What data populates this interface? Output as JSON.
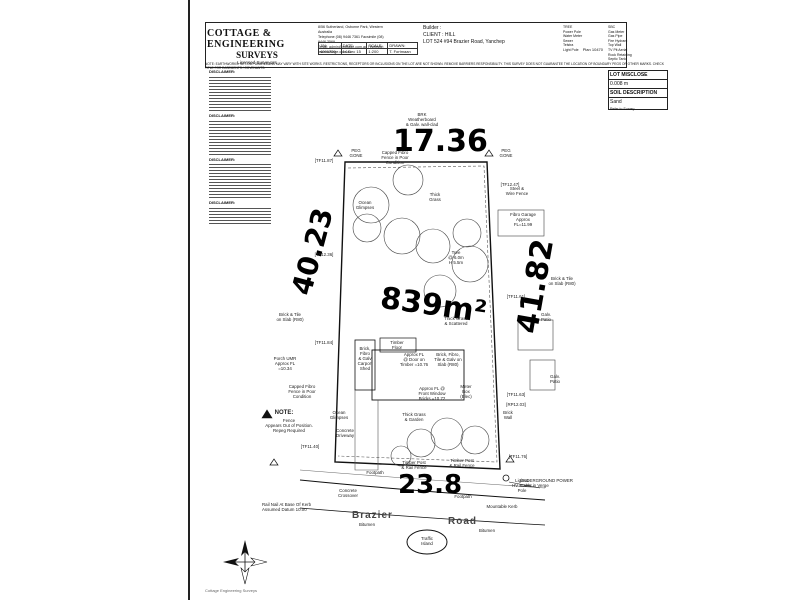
{
  "logo": {
    "line1": "COTTAGE & ENGINEERING",
    "line2": "SURVEYS",
    "tagline": "Licensed Surveyors"
  },
  "contact": [
    "8/56 Sutherland, Osborne Park, Western Australia",
    "Telephone (08) 9446 7361   Facsimile (08) 9446 3569",
    "Email: admin@cottage.com.au | Website: www.cottage.com.au"
  ],
  "job": {
    "headers": [
      "J/N:",
      "DATE:",
      "SCALE:",
      "DRAWN:"
    ],
    "values": [
      "4096729",
      "14 Dec 15",
      "1:200",
      "T. Fortmaan"
    ]
  },
  "builder": {
    "builder": "Builder :",
    "client": "CLIENT : HILL",
    "lot": "LOT 524   #94 Brazier Road, Yanchep",
    "plan": "Plan 10470"
  },
  "legend": [
    "TREE",
    "Power Pole",
    "Water Meter",
    "Sewer",
    "Telstra",
    "Light Pole"
  ],
  "legend2": [
    "SBC",
    "Gas Meter",
    "Gas Pipe",
    "Fire Hydrant",
    "Top Wall",
    "TV Pit Aerial",
    "Rock Retaining",
    "Septic Tank"
  ],
  "notebar": "NOTE: EARTHWORKS: SET-OUT DIMENSIONS MAY VARY WITH SITE WORKS. RESTRICTIONS, RECEPTORS OR INCLUSIONS ON THE LOT ARE NOT SHOWN. REMOVE BARRIERS RESPONSIBILITY. THIS SURVEY DOES NOT GUARANTEE THE LOCATION OF BOUNDARY PEGS OR OTHER MARKS. CHECK TITLE FOR EASEMENTS / COVENANTS.",
  "misclose": {
    "title": "LOT MISCLOSE",
    "value": "0.008 m",
    "soil_title": "SOIL DESCRIPTION",
    "soil_value": "Sand",
    "soil_note": "Refer to Survey"
  },
  "disclaimers": [
    {
      "title": "DISCLAIMER:"
    },
    {
      "title": "DISCLAIMER:"
    },
    {
      "title": "DISCLAIMER:"
    },
    {
      "title": "DISCLAIMER:"
    }
  ],
  "handwriting": {
    "top": "17.36",
    "area": "839m²",
    "left": "40.23",
    "right": "41.82",
    "bottom": "23.8"
  },
  "labels": {
    "brick_top": "BRK\nWeatherboard\n& Galv. wall-clad",
    "capped_fibro_1": "Capped Fibro\nFence in Poor\nCondition",
    "peg_gone_tl": "PEG\nGONE",
    "peg_gone_tr": "PEG\nGONE",
    "steel_wire": "Steel &\nWire Fence",
    "fibro_garage": "Fibro Garage\nApprox\nFL=11.99",
    "thick_grass": "Thick\nGrass",
    "ocean_glimpses": "Ocean\nGlimpses",
    "brick_tile_l": "Brick & Tile\non Slab (R80)",
    "brick_tile_r": "Brick & Tile\non Slab (R80)",
    "porch": "Porch UMR\nApprox FL\n=10.34",
    "capped_fibro_2": "Capped Fibro\nFence in Poor\nCondition",
    "timber_floor": "Timber\nFloor",
    "brick_fibro": "Brick, Fibro,\nTile & Galv on\nSlab (R80)",
    "approx_fl": "Approx FL\n@ Door on\nTimber =10.76",
    "carport": "Brick,\nFibro\n& Galv\nCarport\nShed",
    "meter_box": "Meter\nBox\n(Elec)",
    "approx_fl2": "Approx FL @\nFront Window\nBricks =10.72",
    "thick_grass_garden": "Thick Grass\n& Garden",
    "note": "NOTE:",
    "note_text": "Fence\nAppears Out of Position.\nRepeg Required",
    "concrete_driveway": "Concrete\nDriveway",
    "timber_post": "Timber Post\n& Rail Fence",
    "timber_post2": "Timber Post\n& Rail Fence",
    "concrete_crossover": "Concrete\nCrossover",
    "footpath": "Footpath",
    "footpath2": "Footpath",
    "rail_nail": "Rail Nail At Base Of Kerb\nAssumed Datum 10.00",
    "brick_wall": "Brick\nWall",
    "galv_patio": "Galv.\nPatio",
    "galv_patio2": "Galv.\nPatio",
    "thick_grass_scattered": "Thick Grass\n& Scattered",
    "mountable": "Mountable Kerb",
    "bitumen": "Bitumen",
    "bitumen2": "Bitumen",
    "traffic_island": "Traffic\nIsland",
    "underground": "UNDERGROUND POWER\nCable in Verge",
    "light_pole": "Light &\nHV Power\nPole",
    "road1": "Brazier",
    "road2": "Road",
    "tree_note": "Tree\n@ 6.0m\nH 5.5m"
  },
  "marks": {
    "tl": "[TF11.87]",
    "tr": "[TF12.47]",
    "ml": "[TF12.36]",
    "mr": "[TF11.61]",
    "l2": "[TF11.84]",
    "r2": "[TF11.63]",
    "bl": "[TF11.40]",
    "br": "[TF11.76]",
    "br2": "[RP12.03]"
  },
  "footer": "Cottage Engineering Surveys"
}
